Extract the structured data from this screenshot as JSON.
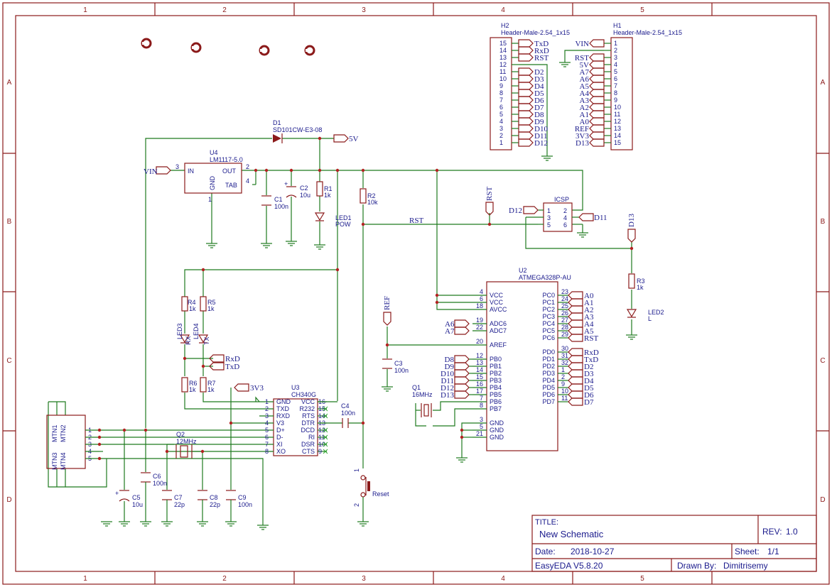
{
  "frame": {
    "cols": [
      "1",
      "2",
      "3",
      "4",
      "5"
    ],
    "rows": [
      "A",
      "B",
      "C",
      "D"
    ]
  },
  "title_block": {
    "title_label": "TITLE:",
    "title": "New Schematic",
    "rev_label": "REV:",
    "rev": "1.0",
    "date_label": "Date:",
    "date": "2018-10-27",
    "sheet_label": "Sheet:",
    "sheet": "1/1",
    "software": "EasyEDA V5.8.20",
    "drawn_by_label": "Drawn By:",
    "drawn_by": "Dimitrisemy"
  },
  "components": {
    "h2": {
      "ref": "H2",
      "value": "Header-Male-2.54_1x15",
      "pins": [
        "15",
        "14",
        "13",
        "12",
        "11",
        "10",
        "9",
        "8",
        "7",
        "6",
        "5",
        "4",
        "3",
        "2",
        "1"
      ],
      "nets": [
        "TxD",
        "RxD",
        "RST",
        "",
        "D2",
        "D3",
        "D4",
        "D5",
        "D6",
        "D7",
        "D8",
        "D9",
        "D10",
        "D11",
        "D12"
      ]
    },
    "h1": {
      "ref": "H1",
      "value": "Header-Male-2.54_1x15",
      "pins": [
        "1",
        "2",
        "3",
        "4",
        "5",
        "6",
        "7",
        "8",
        "9",
        "10",
        "11",
        "12",
        "13",
        "14",
        "15"
      ],
      "nets": [
        "VIN",
        "",
        "RST",
        "5V",
        "A7",
        "A6",
        "A5",
        "A4",
        "A3",
        "A2",
        "A1",
        "A0",
        "REF",
        "3V3",
        "D13"
      ]
    },
    "u4": {
      "ref": "U4",
      "value": "LM1117-5.0",
      "in": "IN",
      "out": "OUT",
      "gnd": "GND",
      "tab": "TAB",
      "pin_in": "3",
      "pin_out": "2",
      "pin_tab": "4",
      "pin_gnd": "1"
    },
    "d1": {
      "ref": "D1",
      "value": "SD101CW-E3-08"
    },
    "c1": {
      "ref": "C1",
      "value": "100n"
    },
    "c2": {
      "ref": "C2",
      "value": "10u"
    },
    "r1": {
      "ref": "R1",
      "value": "1k"
    },
    "led1": {
      "ref": "LED1",
      "value": "POW"
    },
    "r2": {
      "ref": "R2",
      "value": "10k"
    },
    "icsp": {
      "ref": "ICSP",
      "pins": [
        "1",
        "2",
        "3",
        "4",
        "5",
        "6"
      ]
    },
    "r3": {
      "ref": "R3",
      "value": "1k"
    },
    "led2": {
      "ref": "LED2",
      "value": "L"
    },
    "u2": {
      "ref": "U2",
      "value": "ATMEGA328P-AU",
      "left_pins": [
        {
          "num": "4",
          "name": "VCC"
        },
        {
          "num": "6",
          "name": "VCC"
        },
        {
          "num": "18",
          "name": "AVCC"
        },
        {
          "num": "19",
          "name": "ADC6"
        },
        {
          "num": "22",
          "name": "ADC7"
        },
        {
          "num": "20",
          "name": "AREF"
        },
        {
          "num": "12",
          "name": "PB0"
        },
        {
          "num": "13",
          "name": "PB1"
        },
        {
          "num": "14",
          "name": "PB2"
        },
        {
          "num": "15",
          "name": "PB3"
        },
        {
          "num": "16",
          "name": "PB4"
        },
        {
          "num": "17",
          "name": "PB5"
        },
        {
          "num": "7",
          "name": "PB6"
        },
        {
          "num": "8",
          "name": "PB7"
        },
        {
          "num": "3",
          "name": "GND"
        },
        {
          "num": "5",
          "name": "GND"
        },
        {
          "num": "21",
          "name": "GND"
        }
      ],
      "right_pins": [
        {
          "num": "23",
          "name": "PC0",
          "net": "A0"
        },
        {
          "num": "24",
          "name": "PC1",
          "net": "A1"
        },
        {
          "num": "25",
          "name": "PC2",
          "net": "A2"
        },
        {
          "num": "26",
          "name": "PC3",
          "net": "A3"
        },
        {
          "num": "27",
          "name": "PC4",
          "net": "A4"
        },
        {
          "num": "28",
          "name": "PC5",
          "net": "A5"
        },
        {
          "num": "29",
          "name": "PC6",
          "net": "RST"
        },
        {
          "num": "30",
          "name": "PD0",
          "net": "RxD"
        },
        {
          "num": "31",
          "name": "PD1",
          "net": "TxD"
        },
        {
          "num": "32",
          "name": "PD2",
          "net": "D2"
        },
        {
          "num": "1",
          "name": "PD3",
          "net": "D3"
        },
        {
          "num": "2",
          "name": "PD4",
          "net": "D4"
        },
        {
          "num": "9",
          "name": "PD5",
          "net": "D5"
        },
        {
          "num": "10",
          "name": "PD6",
          "net": "D6"
        },
        {
          "num": "11",
          "name": "PD7",
          "net": "D7"
        }
      ],
      "left_nets": [
        "A6",
        "A7",
        "D8",
        "D9",
        "D10",
        "D11",
        "D12",
        "D13"
      ]
    },
    "c3": {
      "ref": "C3",
      "value": "100n"
    },
    "q1": {
      "ref": "Q1",
      "value": "16MHz"
    },
    "r4": {
      "ref": "R4",
      "value": "1k"
    },
    "r5": {
      "ref": "R5",
      "value": "1k"
    },
    "r6": {
      "ref": "R6",
      "value": "1k"
    },
    "r7": {
      "ref": "R7",
      "value": "1k"
    },
    "led3": {
      "ref": "LED3",
      "value": "RX"
    },
    "led4": {
      "ref": "LED4",
      "value": "TX"
    },
    "u3": {
      "ref": "U3",
      "value": "CH340G",
      "left_pins": [
        {
          "num": "1",
          "name": "GND"
        },
        {
          "num": "2",
          "name": "TXD"
        },
        {
          "num": "3",
          "name": "RXD"
        },
        {
          "num": "4",
          "name": "V3"
        },
        {
          "num": "5",
          "name": "D+"
        },
        {
          "num": "6",
          "name": "D-"
        },
        {
          "num": "7",
          "name": "XI"
        },
        {
          "num": "8",
          "name": "XO"
        }
      ],
      "right_pins": [
        {
          "num": "16",
          "name": "VCC"
        },
        {
          "num": "15",
          "name": "R232"
        },
        {
          "num": "14",
          "name": "RTS"
        },
        {
          "num": "13",
          "name": "DTR"
        },
        {
          "num": "12",
          "name": "DCD"
        },
        {
          "num": "11",
          "name": "RI"
        },
        {
          "num": "10",
          "name": "DSR"
        },
        {
          "num": "9",
          "name": "CTS"
        }
      ]
    },
    "c4": {
      "ref": "C4",
      "value": "100n"
    },
    "q2": {
      "ref": "Q2",
      "value": "12MHz"
    },
    "c5": {
      "ref": "C5",
      "value": "10u"
    },
    "c6": {
      "ref": "C6",
      "value": "100n"
    },
    "c7": {
      "ref": "C7",
      "value": "22p"
    },
    "c8": {
      "ref": "C8",
      "value": "22p"
    },
    "c9": {
      "ref": "C9",
      "value": "100n"
    },
    "usb": {
      "mtn": [
        "MTN1",
        "MTN2",
        "MTN3",
        "MTN4"
      ],
      "pins": [
        "1",
        "2",
        "3",
        "4",
        "5"
      ]
    },
    "reset": {
      "label": "Reset",
      "pin1": "1",
      "pin2": "2"
    }
  },
  "nets": {
    "vin": "VIN",
    "v5": "5V",
    "v3": "3V3",
    "rst": "RST",
    "rst_wire": "RST",
    "d12": "D12",
    "d11": "D11",
    "d13": "D13",
    "ref": "REF",
    "rxd": "RxD",
    "txd": "TxD",
    "a6": "A6",
    "a7": "A7"
  }
}
